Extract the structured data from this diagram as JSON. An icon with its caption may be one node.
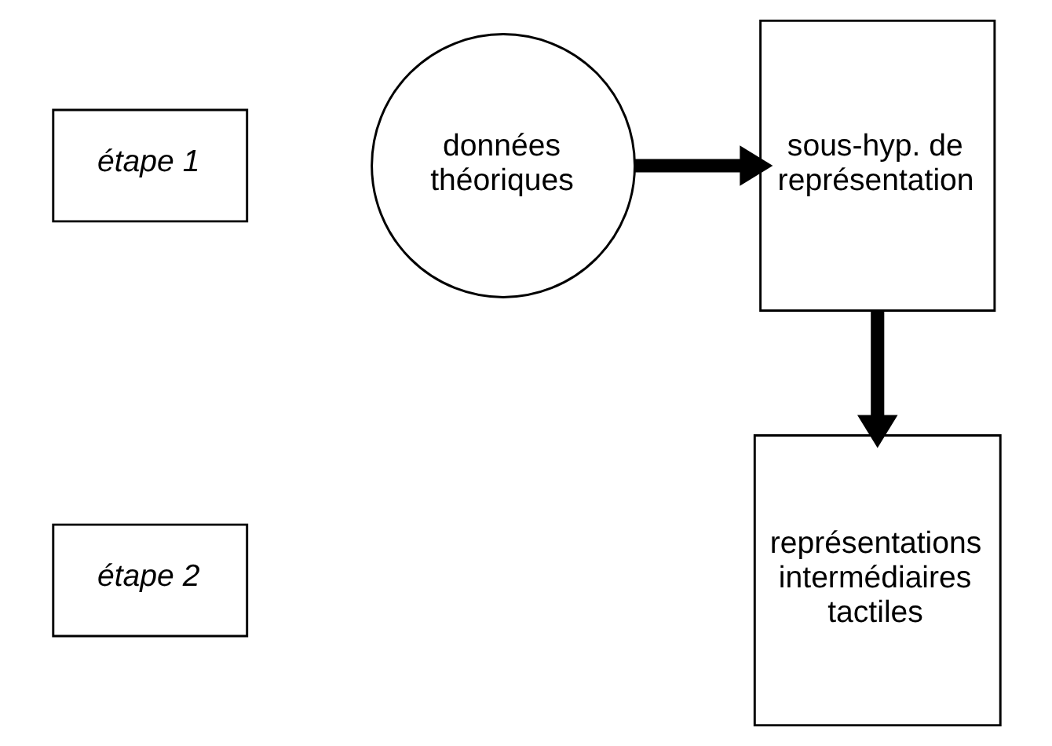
{
  "diagram": {
    "nodes": [
      {
        "text": [
          "étape 1"
        ]
      },
      {
        "text": [
          "données théoriques"
        ]
      },
      {
        "text": [
          "sous-hyp. de représentation"
        ]
      },
      {
        "text": [
          "étape 2"
        ]
      },
      {
        "text": [
          "représentations intermédiaires tactiles"
        ]
      }
    ],
    "edges": [
      {
        "from": 1,
        "to": 2,
        "arrow": "to"
      },
      {
        "from": 2,
        "to": 4,
        "arrow": "to"
      }
    ]
  }
}
